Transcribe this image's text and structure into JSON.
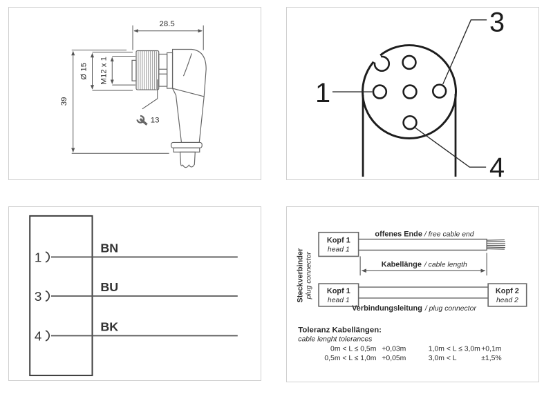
{
  "colors": {
    "panel_border": "#cfcfcf",
    "art_line": "#666666",
    "dim_line": "#555555",
    "dark_line": "#1d1d1d",
    "text": "#2b2b2b"
  },
  "dimension_drawing": {
    "width": "28.5",
    "height": "39",
    "diameter": "Ø 15",
    "thread": "M12 x 1",
    "wrench_size": "13"
  },
  "pinout": {
    "pin1": "1",
    "pin3": "3",
    "pin4": "4"
  },
  "wiring": {
    "rows": [
      {
        "pin": "1",
        "wire": "BN"
      },
      {
        "pin": "3",
        "wire": "BU"
      },
      {
        "pin": "4",
        "wire": "BK"
      }
    ]
  },
  "cable": {
    "connector_de": "Steckverbinder",
    "connector_en": "plug connector",
    "head1_de": "Kopf 1",
    "head1_en": "head 1",
    "head2_de": "Kopf 2",
    "head2_en": "head 2",
    "open_end_de": "offenes Ende",
    "open_end_en": "/ free cable end",
    "length_de": "Kabellänge",
    "length_en": "/ cable length",
    "line_de": "Verbindungsleitung",
    "line_en": "/ plug connector",
    "tol_title_de": "Toleranz Kabellängen:",
    "tol_title_en": "cable lenght tolerances",
    "tolerances": [
      {
        "range": "0m < L ≤ 0,5m",
        "value": "+0,03m"
      },
      {
        "range": "0,5m < L ≤ 1,0m",
        "value": "+0,05m"
      },
      {
        "range": "1,0m < L ≤ 3,0m",
        "value": "+0,1m"
      },
      {
        "range": "3,0m < L",
        "value": "±1,5%"
      }
    ]
  }
}
